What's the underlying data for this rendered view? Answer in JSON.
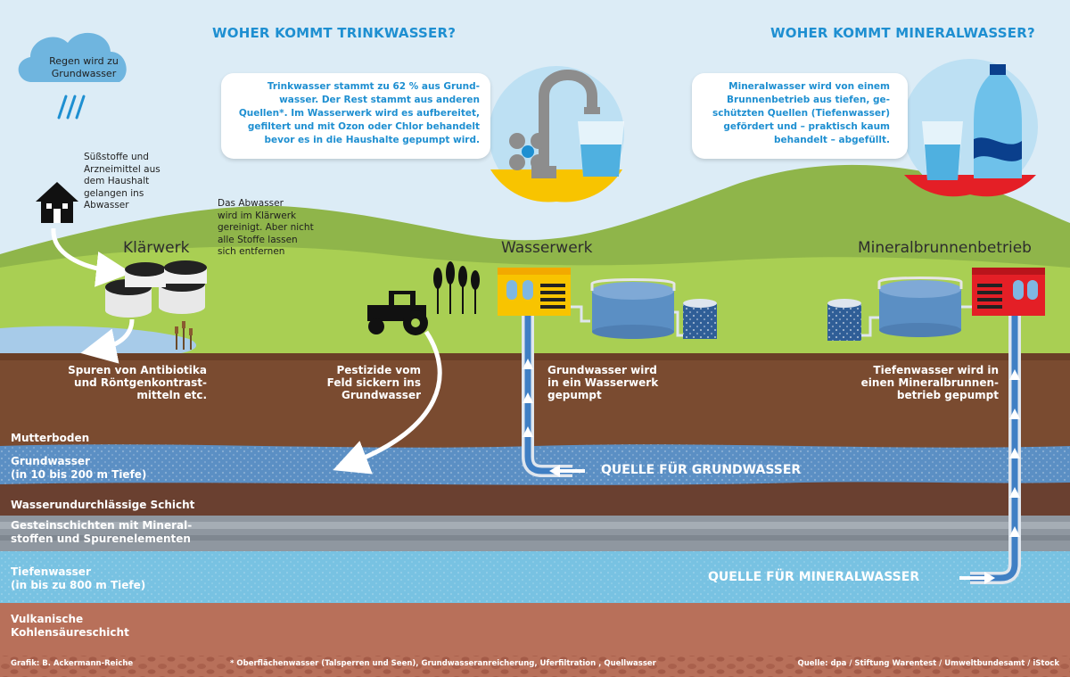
{
  "headings": {
    "trinkwasser": "WOHER KOMMT TRINKWASSER?",
    "mineralwasser": "WOHER KOMMT MINERALWASSER?"
  },
  "cloud": {
    "line1": "Regen wird zu",
    "line2": "Grundwasser"
  },
  "infobox_trinkwasser": [
    "Trinkwasser stammt zu 62 % aus Grund-",
    "wasser. Der Rest stammt aus anderen",
    "Quellen*. Im Wasserwerk wird es aufbereitet,",
    "gefiltert und mit Ozon oder Chlor behandelt",
    "bevor es in die Haushalte gepumpt wird."
  ],
  "infobox_mineralwasser": [
    "Mineralwasser wird von einem",
    "Brunnenbetrieb aus tiefen, ge-",
    "schützten Quellen (Tiefenwasser)",
    "gefördert und – praktisch kaum",
    "behandelt – abgefüllt."
  ],
  "household_note": [
    "Süßstoffe und",
    "Arzneimittel aus",
    "dem Haushalt",
    "gelangen ins",
    "Abwasser"
  ],
  "wastewater_note": [
    "Das Abwasser",
    "wird im Klärwerk",
    "gereinigt. Aber nicht",
    "alle Stoffe lassen",
    "sich entfernen"
  ],
  "places": {
    "klaerwerk": "Klärwerk",
    "wasserwerk": "Wasserwerk",
    "mineralbrunnen": "Mineralbrunnenbetrieb"
  },
  "notes": {
    "antibiotika": [
      "Spuren von Antibiotika",
      "und Röntgenkontrast-",
      "mitteln etc."
    ],
    "pestizide": [
      "Pestizide vom",
      "Feld sickern ins",
      "Grundwasser"
    ],
    "grundwasser_pump": [
      "Grundwasser wird",
      "in ein Wasserwerk",
      "gepumpt"
    ],
    "tiefenwasser_pump": [
      "Tiefenwasser wird in",
      "einen Mineralbrunnen-",
      "betrieb gepumpt"
    ]
  },
  "layers": {
    "mutterboden": "Mutterboden",
    "grundwasser": [
      "Grundwasser",
      "(in 10 bis 200 m Tiefe)"
    ],
    "wasserundurchlaessig": "Wasserundurchlässige Schicht",
    "gestein": [
      "Gesteinschichten mit Mineral-",
      "stoffen und Spurenelementen"
    ],
    "tiefenwasser": [
      "Tiefenwasser",
      "(in bis zu 800 m Tiefe)"
    ],
    "vulkanisch": [
      "Vulkanische",
      "Kohlensäureschicht"
    ]
  },
  "sources": {
    "grundwasser": "QUELLE FÜR GRUNDWASSER",
    "mineralwasser": "QUELLE FÜR MINERALWASSER"
  },
  "footer": {
    "credit": "Grafik: B. Ackermann-Reiche",
    "footnote": "* Oberflächenwasser (Talsperren und Seen), Grundwasseranreicherung, Uferfiltration , Quellwasser",
    "source": "Quelle: dpa / Stiftung Warentest / Umweltbundesamt / iStock"
  },
  "icons": [
    "rain-cloud-icon",
    "house-icon",
    "clarifier-tanks-icon",
    "tractor-icon",
    "wheat-icon",
    "water-tap-icon",
    "water-glass-icon",
    "water-bottle-icon",
    "water-works-building-icon",
    "mineral-plant-building-icon",
    "storage-tank-icon",
    "filter-tank-icon",
    "flow-arrow-icon"
  ],
  "colors": {
    "heading_blue": "#1e8fd1",
    "mutterboden": "#7a4b30",
    "grundwasser": "#5b8fc4",
    "wasserundurchlaessig": "#6a4030",
    "gestein": "#8f97a0",
    "tiefenwasser": "#78c2e2",
    "vulkanisch": "#b8705a",
    "meadow": "#a9cf53",
    "wasserwerk_yellow": "#f8c400",
    "mineral_red": "#e41f26"
  }
}
